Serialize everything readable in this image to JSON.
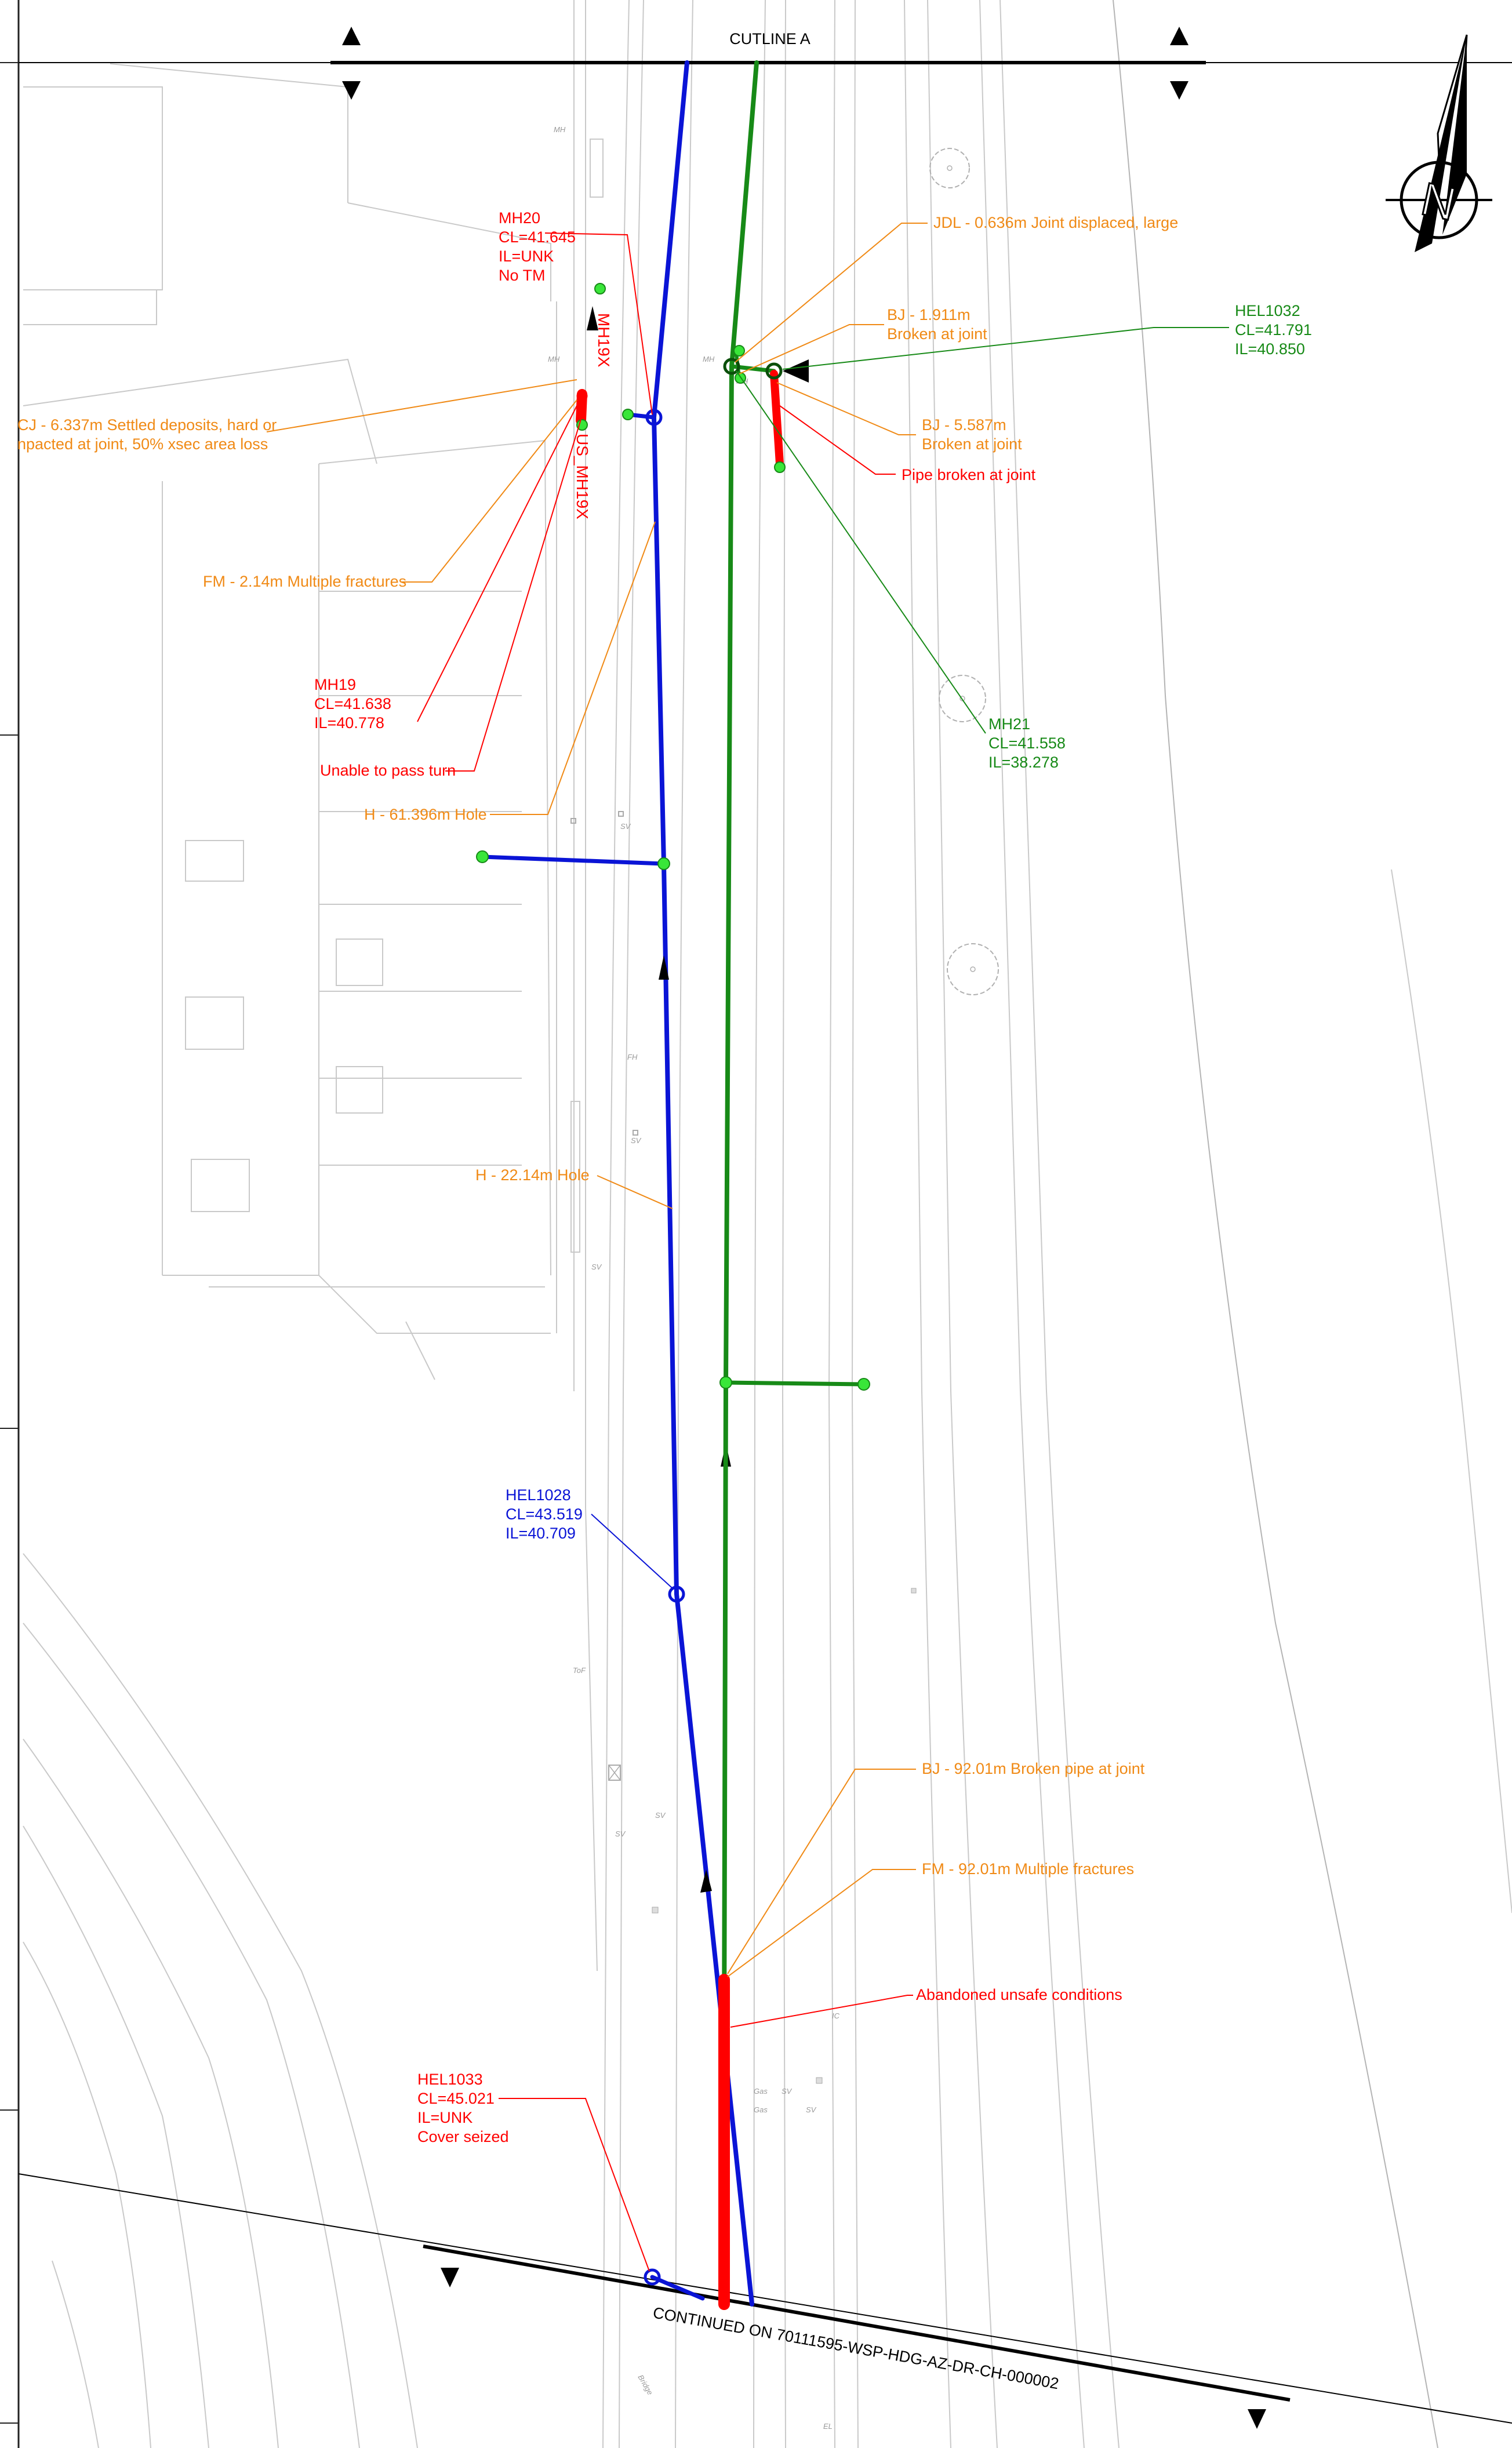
{
  "drawing": {
    "cutline_label": "CUTLINE A",
    "continued_label": "CONTINUED ON 70111595-WSP-HDG-AZ-DR-CH-000002",
    "north_letter": "N"
  },
  "colors": {
    "blue_sewer": "#0a14d6",
    "green_sewer": "#178a17",
    "defect_red": "#ff0000",
    "defect_orange": "#f08a16",
    "node_fill": "#39e639"
  },
  "pipe_labels": {
    "mh19x_a": "MH19X",
    "mh19x_b": "US_MH19X"
  },
  "annotations": {
    "mh20": [
      "MH20",
      "CL=41.645",
      "IL=UNK",
      "No TM"
    ],
    "mh19": [
      "MH19",
      "CL=41.638",
      "IL=40.778"
    ],
    "unable": "Unable to pass turn",
    "cj": [
      "CJ - 6.337m Settled deposits, hard or",
      "npacted at joint, 50% xsec area loss"
    ],
    "fm_214": "FM - 2.14m Multiple fractures",
    "h_61": "H - 61.396m Hole",
    "h_22": "H - 22.14m Hole",
    "jdl": "JDL - 0.636m Joint displaced, large",
    "bj_1911": [
      "BJ - 1.911m",
      "Broken at joint"
    ],
    "bj_5587": [
      "BJ - 5.587m",
      "Broken at joint"
    ],
    "pipe_broken": "Pipe broken at joint",
    "hel1032": [
      "HEL1032",
      "CL=41.791",
      "IL=40.850"
    ],
    "mh21": [
      "MH21",
      "CL=41.558",
      "IL=38.278"
    ],
    "hel1028": [
      "HEL1028",
      "CL=43.519",
      "IL=40.709"
    ],
    "bj_92": "BJ - 92.01m Broken pipe at joint",
    "fm_92": "FM - 92.01m Multiple fractures",
    "abandoned": "Abandoned unsafe conditions",
    "hel1033": [
      "HEL1033",
      "CL=45.021",
      "IL=UNK",
      "Cover seized"
    ]
  },
  "base_map_text": {
    "sv": "SV",
    "fh": "FH",
    "gas": "Gas",
    "bridge": "Bridge",
    "el": "EL",
    "tor": "ToF",
    "ic": "IC",
    "mh": "MH",
    "mh_short": "MH"
  }
}
